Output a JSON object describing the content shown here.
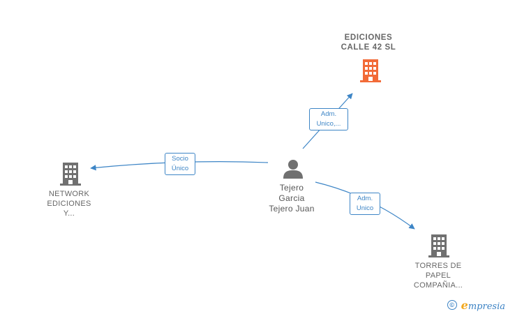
{
  "nodes": {
    "company_top": {
      "lines": [
        "EDICIONES",
        "CALLE 42  SL"
      ],
      "color": "#f26b38"
    },
    "company_left": {
      "lines": [
        "NETWORK",
        "EDICIONES",
        "Y..."
      ],
      "color": "#707070"
    },
    "company_right": {
      "lines": [
        "TORRES DE",
        "PAPEL",
        "COMPAÑIA..."
      ],
      "color": "#707070"
    },
    "person": {
      "lines": [
        "Tejero",
        "Garcia",
        "Tejero Juan"
      ],
      "color": "#707070"
    }
  },
  "edges": {
    "to_top": {
      "lines": [
        "Adm.",
        "Unico,..."
      ]
    },
    "to_left": {
      "lines": [
        "Socio",
        "Único"
      ]
    },
    "to_right": {
      "lines": [
        "Adm.",
        "Unico"
      ]
    }
  },
  "colors": {
    "edge": "#3d85c6",
    "accent": "#f26b38",
    "brand": "#3b82c4",
    "brand_e": "#f2a81d"
  },
  "watermark": {
    "copyright": "©",
    "brand_first": "e",
    "brand_rest": "mpresia"
  }
}
